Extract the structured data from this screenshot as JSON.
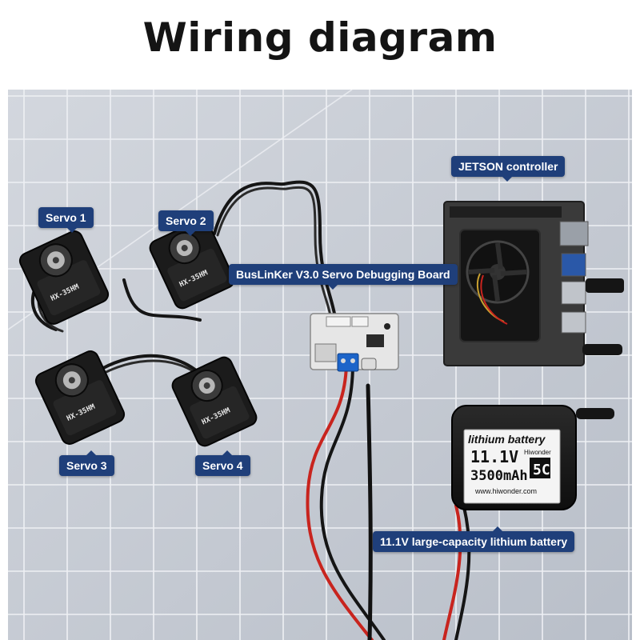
{
  "title": "Wiring diagram",
  "labels": {
    "servo1": "Servo 1",
    "servo2": "Servo 2",
    "servo3": "Servo 3",
    "servo4": "Servo 4",
    "debug_board": "BusLinKer V3.0 Servo Debugging Board",
    "controller": "JETSON controller",
    "battery": "11.1V large-capacity lithium battery"
  },
  "servo_model_text": "HX-35HM",
  "battery_pack": {
    "line1": "lithium battery",
    "voltage": "11.1V",
    "brand": "Hiwonder",
    "capacity": "3500mAh",
    "rating": "5C",
    "url": "www.hiwonder.com"
  },
  "colors": {
    "title": "#141414",
    "label_bg": "#1f3f7a",
    "mat": "#c4c9d2",
    "grid": "#eef0f4",
    "cable_black": "#151515",
    "cable_red": "#c8241e",
    "terminal_blue": "#1c64c9"
  }
}
